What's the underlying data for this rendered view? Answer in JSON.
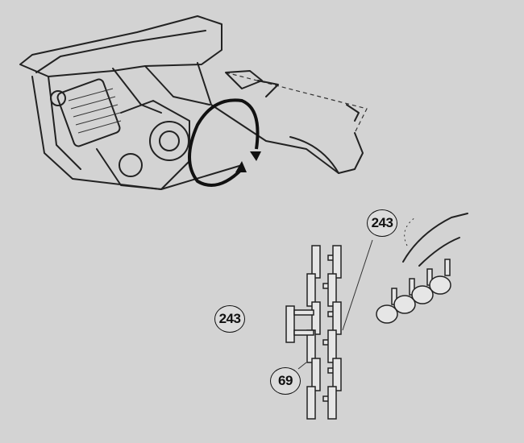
{
  "callouts": [
    {
      "label": "243"
    },
    {
      "label": "243"
    },
    {
      "label": "69"
    }
  ]
}
